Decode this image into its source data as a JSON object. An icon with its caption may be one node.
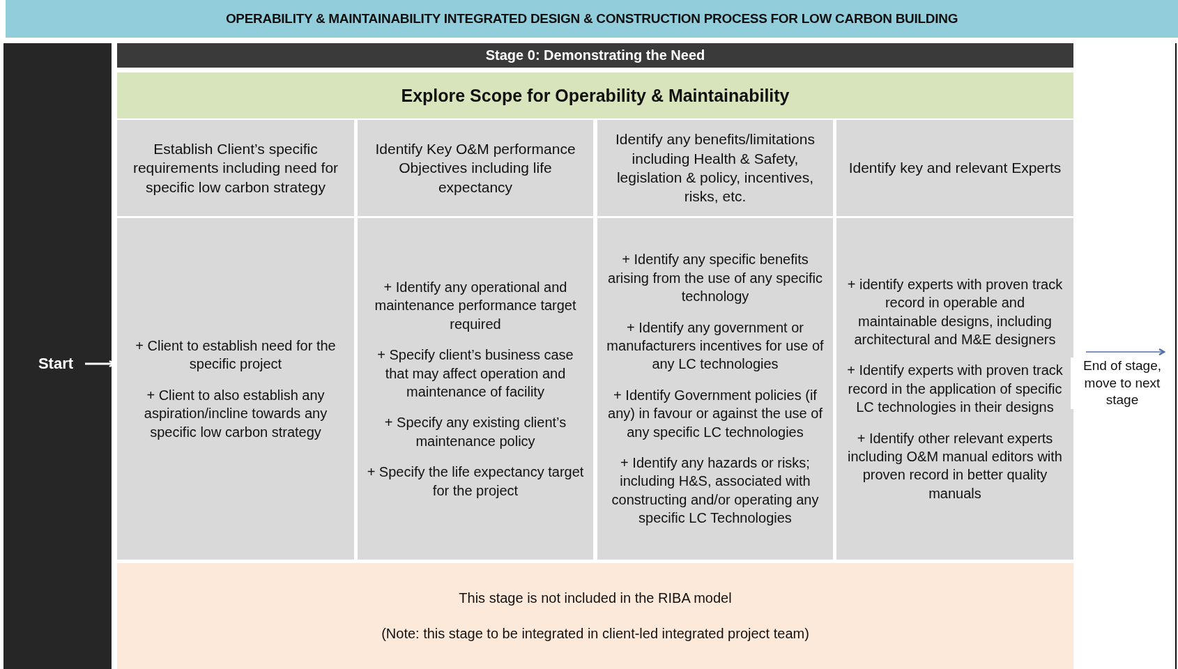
{
  "diagram": {
    "title": "OPERABILITY & MAINTAINABILITY INTEGRATED DESIGN & CONSTRUCTION PROCESS FOR LOW CARBON BUILDING",
    "nodes": [
      {
        "text": [
          "Start"
        ]
      },
      {
        "text": [
          "Stage 0: Demonstrating the Need"
        ]
      },
      {
        "text": [
          "Explore Scope for Operability & Maintainability"
        ],
        "in": 1
      },
      {
        "text": [
          "Establish Client’s specific requirements including need for specific low carbon strategy"
        ],
        "in": 1
      },
      {
        "text": [
          "Identify Key O&M performance Objectives including life expectancy"
        ],
        "in": 1
      },
      {
        "text": [
          "Identify any benefits/limitations including Health & Safety, legislation & policy, incentives, risks, etc."
        ],
        "in": 1
      },
      {
        "text": [
          "Identify key and relevant Experts"
        ],
        "in": 1
      },
      {
        "text": [
          "+ Client to establish need for the specific project",
          "+ Client to also establish any aspiration/incline towards any specific low carbon strategy"
        ],
        "in": 1
      },
      {
        "text": [
          "+ Identify any operational and maintenance performance target required",
          "+ Specify client’s business case that may affect operation and maintenance of facility",
          "+ Specify any existing client’s maintenance policy",
          "+ Specify the life expectancy target for the project"
        ],
        "in": 1
      },
      {
        "text": [
          "+ Identify any specific benefits arising from the use of any specific technology",
          "+ Identify any government or manufacturers incentives for use of any LC technologies",
          "+ Identify Government policies (if any) in favour or against the use of any specific LC technologies",
          "+ Identify any hazards or risks; including H&S, associated with constructing and/or operating any specific LC Technologies"
        ],
        "in": 1
      },
      {
        "text": [
          "+ identify experts with proven track record in operable and maintainable designs, including architectural and M&E designers",
          "+ Identify experts with proven track record in the application of specific LC technologies in their designs",
          "+ Identify other relevant experts including O&M manual editors with proven record  in better quality manuals"
        ],
        "in": 1
      },
      {
        "text": [
          "This stage is not included in the RIBA model",
          "(Note: this stage to be integrated in client-led integrated project team)"
        ],
        "in": 1
      }
    ],
    "edges": [
      {
        "from": 0,
        "to": 1,
        "arrow": "to",
        "color": "#ffffff"
      },
      {
        "from": 1,
        "to": null,
        "arrow": "to",
        "color": "#4f6fa8",
        "label": "End of stage, move to next stage"
      }
    ]
  }
}
